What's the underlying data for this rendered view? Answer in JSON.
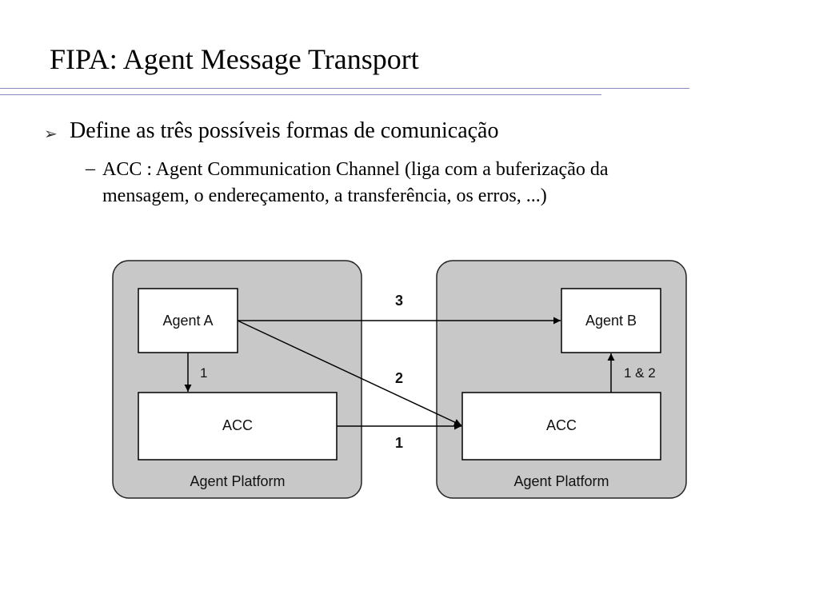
{
  "slide": {
    "title": "FIPA: Agent Message Transport",
    "bullet": {
      "marker": "➢",
      "text": "Define as três possíveis formas de comunicação"
    },
    "sub_bullet": {
      "marker": "–",
      "lines": [
        "ACC : Agent Communication Channel (liga com a buferização da",
        "mensagem, o endereçamento, a transferência, os erros, ...)"
      ]
    }
  },
  "diagram": {
    "left_platform": {
      "label": "Agent Platform",
      "agent": "Agent A",
      "acc": "ACC"
    },
    "right_platform": {
      "label": "Agent Platform",
      "agent": "Agent B",
      "acc": "ACC"
    },
    "arrow_labels": {
      "route3": "3",
      "route2": "2",
      "route1": "1",
      "agent_a_to_acc": "1",
      "acc_to_agent_b": "1 & 2"
    },
    "colors": {
      "platform_fill": "#c8c8c8",
      "box_fill": "#ffffff",
      "stroke": "#000000"
    }
  }
}
